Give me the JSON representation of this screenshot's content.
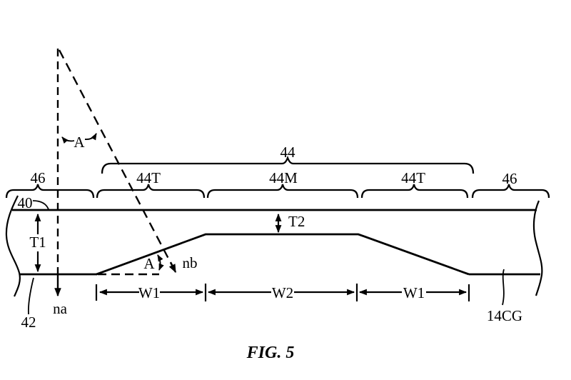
{
  "colors": {
    "ink": "#000000",
    "background": "#ffffff"
  },
  "caption": "FIG. 5",
  "labels": {
    "brace_overall": "44",
    "brace_left_outer": "46",
    "brace_left_transition": "44T",
    "brace_middle": "44M",
    "brace_right_transition": "44T",
    "brace_right_outer": "46",
    "ref_top_layer": "40",
    "ref_bottom_left": "42",
    "ref_bottom_right": "14CG",
    "dim_thickness_outer": "T1",
    "dim_thickness_step": "T2",
    "dim_width_left": "W1",
    "dim_width_middle": "W2",
    "dim_width_right": "W1",
    "angle_top": "A",
    "angle_slope": "A",
    "normal_left": "na",
    "normal_slope": "nb"
  }
}
